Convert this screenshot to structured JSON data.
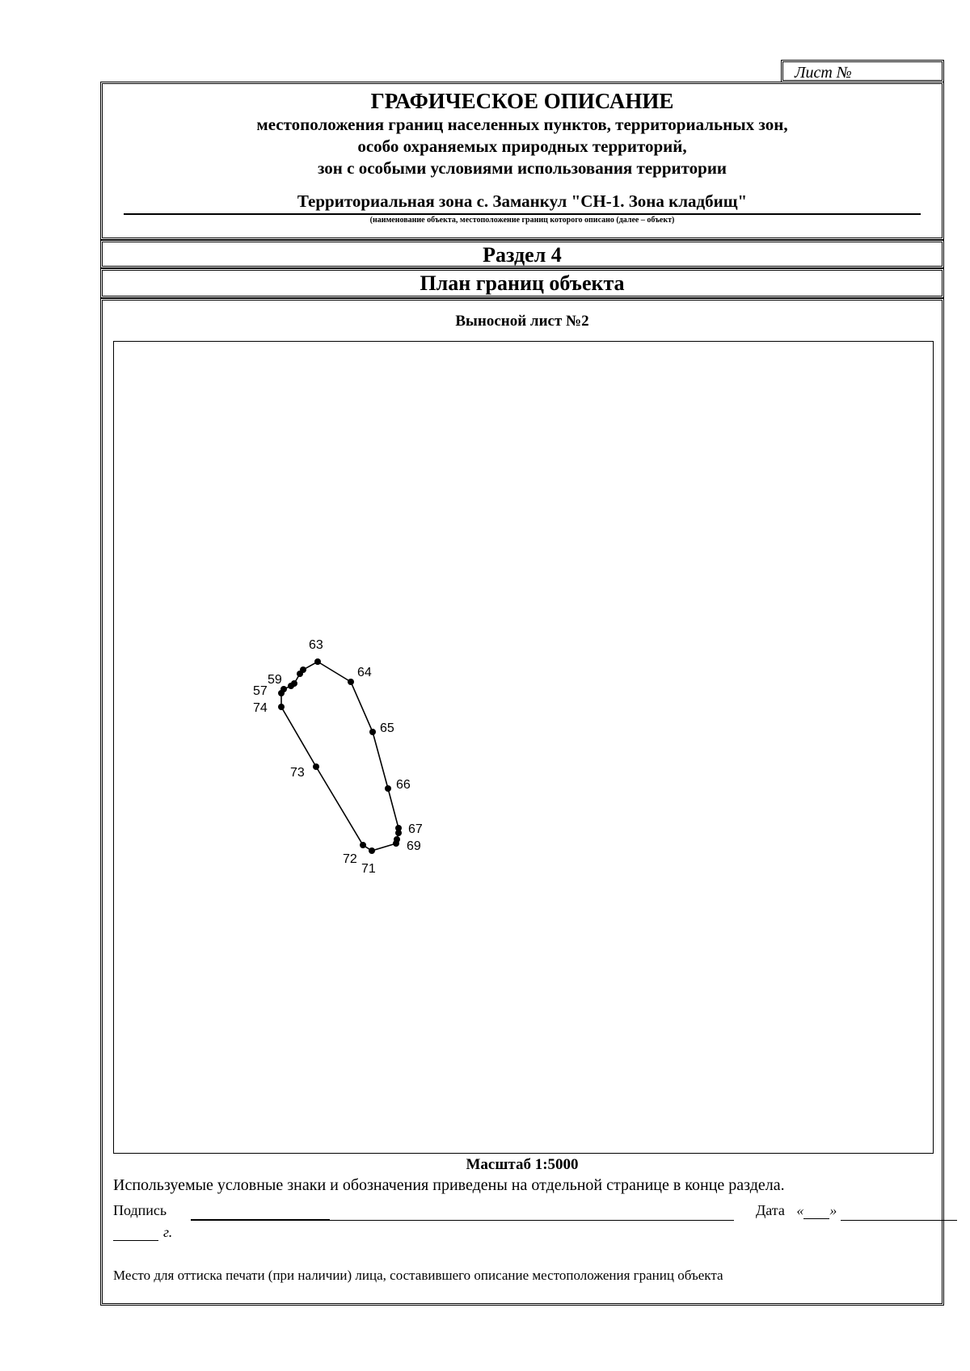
{
  "sheet": {
    "label": "Лист №"
  },
  "header": {
    "title": "ГРАФИЧЕСКОЕ ОПИСАНИЕ",
    "subtitle_lines": [
      "местоположения границ населенных пунктов, территориальных зон,",
      "особо охраняемых природных территорий,",
      "зон с особыми условиями использования территории"
    ],
    "object_name": "Территориальная зона с. Заманкул \"СН-1. Зона кладбищ\"",
    "object_caption": "(наименование объекта, местоположение границ которого описано (далее – объект)"
  },
  "section": {
    "label": "Раздел 4"
  },
  "plan": {
    "label": "План границ объекта"
  },
  "inset": {
    "title": "Выносной лист №2"
  },
  "boundary": {
    "points": [
      {
        "id": "57",
        "label": "57"
      },
      {
        "id": "58",
        "label": ""
      },
      {
        "id": "59",
        "label": "59"
      },
      {
        "id": "60",
        "label": ""
      },
      {
        "id": "61",
        "label": ""
      },
      {
        "id": "62",
        "label": ""
      },
      {
        "id": "63",
        "label": "63"
      },
      {
        "id": "64",
        "label": "64"
      },
      {
        "id": "65",
        "label": "65"
      },
      {
        "id": "66",
        "label": "66"
      },
      {
        "id": "67",
        "label": "67"
      },
      {
        "id": "68",
        "label": ""
      },
      {
        "id": "69",
        "label": "69"
      },
      {
        "id": "70",
        "label": ""
      },
      {
        "id": "71",
        "label": "71"
      },
      {
        "id": "72",
        "label": "72"
      },
      {
        "id": "73",
        "label": "73"
      },
      {
        "id": "74",
        "label": "74"
      }
    ]
  },
  "footer": {
    "scale": "Масштаб 1:5000",
    "legend_note": "Используемые условные знаки и обозначения приведены на отдельной странице в конце раздела.",
    "signature_label": "Подпись",
    "date_label": "Дата",
    "date_open_quote": "«",
    "date_close_quote": "»",
    "year_suffix": "г.",
    "stamp_note": "Место для оттиска печати (при наличии) лица, составившего описание местоположения границ объекта"
  }
}
